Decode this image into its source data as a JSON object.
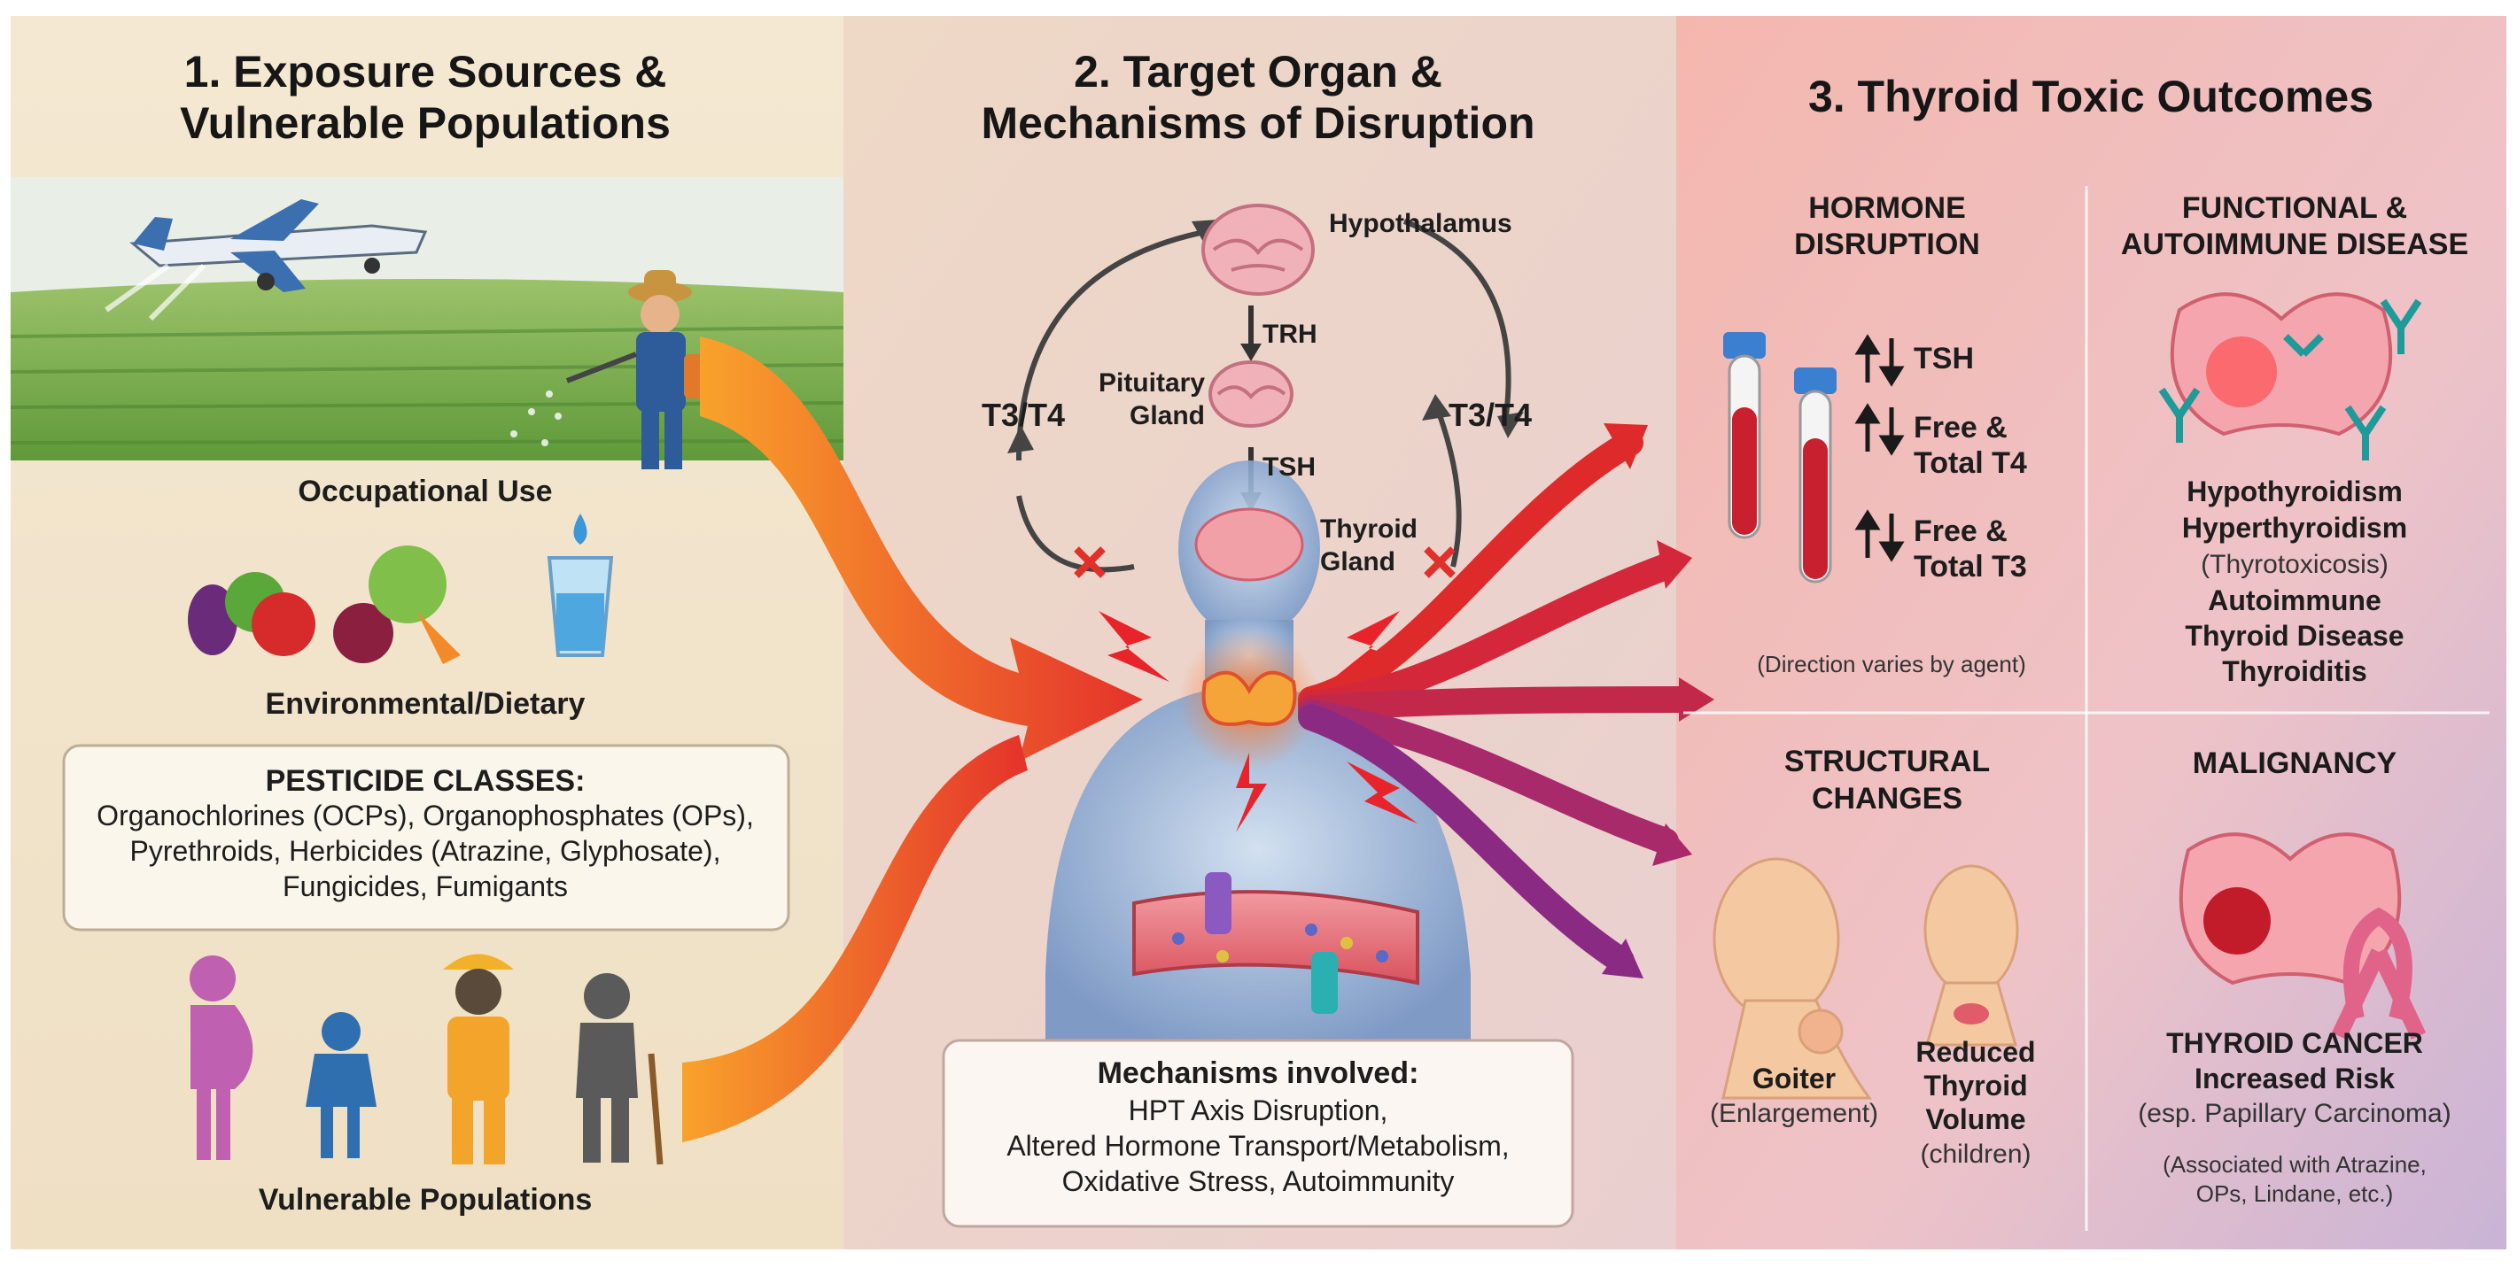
{
  "panels": {
    "exposure": {
      "title_1": "1. Exposure Sources &",
      "title_2": "Vulnerable Populations",
      "occupational": "Occupational Use",
      "environmental": "Environmental/Dietary",
      "pesticide_box": {
        "heading": "PESTICIDE CLASSES:",
        "line_1": "Organochlorines (OCPs), Organophosphates (OPs),",
        "line_2": "Pyrethroids, Herbicides (Atrazine, Glyphosate),",
        "line_3": "Fungicides, Fumigants"
      },
      "vulnerable": "Vulnerable Populations"
    },
    "mechanisms": {
      "title_1": "2. Target Organ &",
      "title_2": "Mechanisms of Disruption",
      "hypothalamus": "Hypothalamus",
      "trh": "TRH",
      "pituitary_1": "Pituitary",
      "pituitary_2": "Gland",
      "tsh": "TSH",
      "thyroid_1": "Thyroid",
      "thyroid_2": "Gland",
      "feedback_left": "T3/T4",
      "feedback_right": "T3/T4",
      "box": {
        "heading": "Mechanisms involved:",
        "line_1": "HPT Axis Disruption,",
        "line_2": "Altered Hormone Transport/Metabolism,",
        "line_3": "Oxidative Stress, Autoimmunity"
      }
    },
    "outcomes": {
      "title": "3. Thyroid Toxic Outcomes",
      "hormone": {
        "title_1": "HORMONE",
        "title_2": "DISRUPTION",
        "row_1": "TSH",
        "row_2a": "Free &",
        "row_2b": "Total T4",
        "row_3a": "Free &",
        "row_3b": "Total T3",
        "note": "(Direction varies by agent)"
      },
      "functional": {
        "title_1": "FUNCTIONAL &",
        "title_2": "AUTOIMMUNE DISEASE",
        "item_1": "Hypothyroidism",
        "item_2": "Hyperthyroidism",
        "item_2_sub": "(Thyrotoxicosis)",
        "item_3a": "Autoimmune",
        "item_3b": "Thyroid Disease",
        "item_4": "Thyroiditis"
      },
      "structural": {
        "title_1": "STRUCTURAL",
        "title_2": "CHANGES",
        "goiter": "Goiter",
        "goiter_sub": "(Enlargement)",
        "reduced_1": "Reduced",
        "reduced_2": "Thyroid",
        "reduced_3": "Volume",
        "reduced_sub": "(children)"
      },
      "malignancy": {
        "title": "MALIGNANCY",
        "cancer": "THYROID CANCER",
        "risk": "Increased Risk",
        "esp": "(esp. Papillary Carcinoma)",
        "assoc_1": "(Associated with Atrazine,",
        "assoc_2": "OPs, Lindane, etc.)"
      }
    }
  },
  "colors": {
    "panel1_bg": "#f2e4cc",
    "panel2_bg": "#efd9cf",
    "panel3_bg": "#f1c5c5",
    "arrow_orange": "#f47a22",
    "arrow_red": "#d9202a",
    "arrow_purple": "#7a2a8c",
    "tube_blue": "#3a7fd0",
    "blood_red": "#c8202e"
  },
  "icons": [
    "airplane-icon",
    "farmer-icon",
    "vegetables-icon",
    "water-glass-icon",
    "pregnant-woman-icon",
    "child-icon",
    "worker-icon",
    "elderly-icon",
    "brain-icon",
    "thyroid-icon",
    "human-body-icon",
    "blood-tube-icon",
    "antibody-icon",
    "ribbon-icon",
    "x-mark-icon",
    "lightning-icon"
  ]
}
